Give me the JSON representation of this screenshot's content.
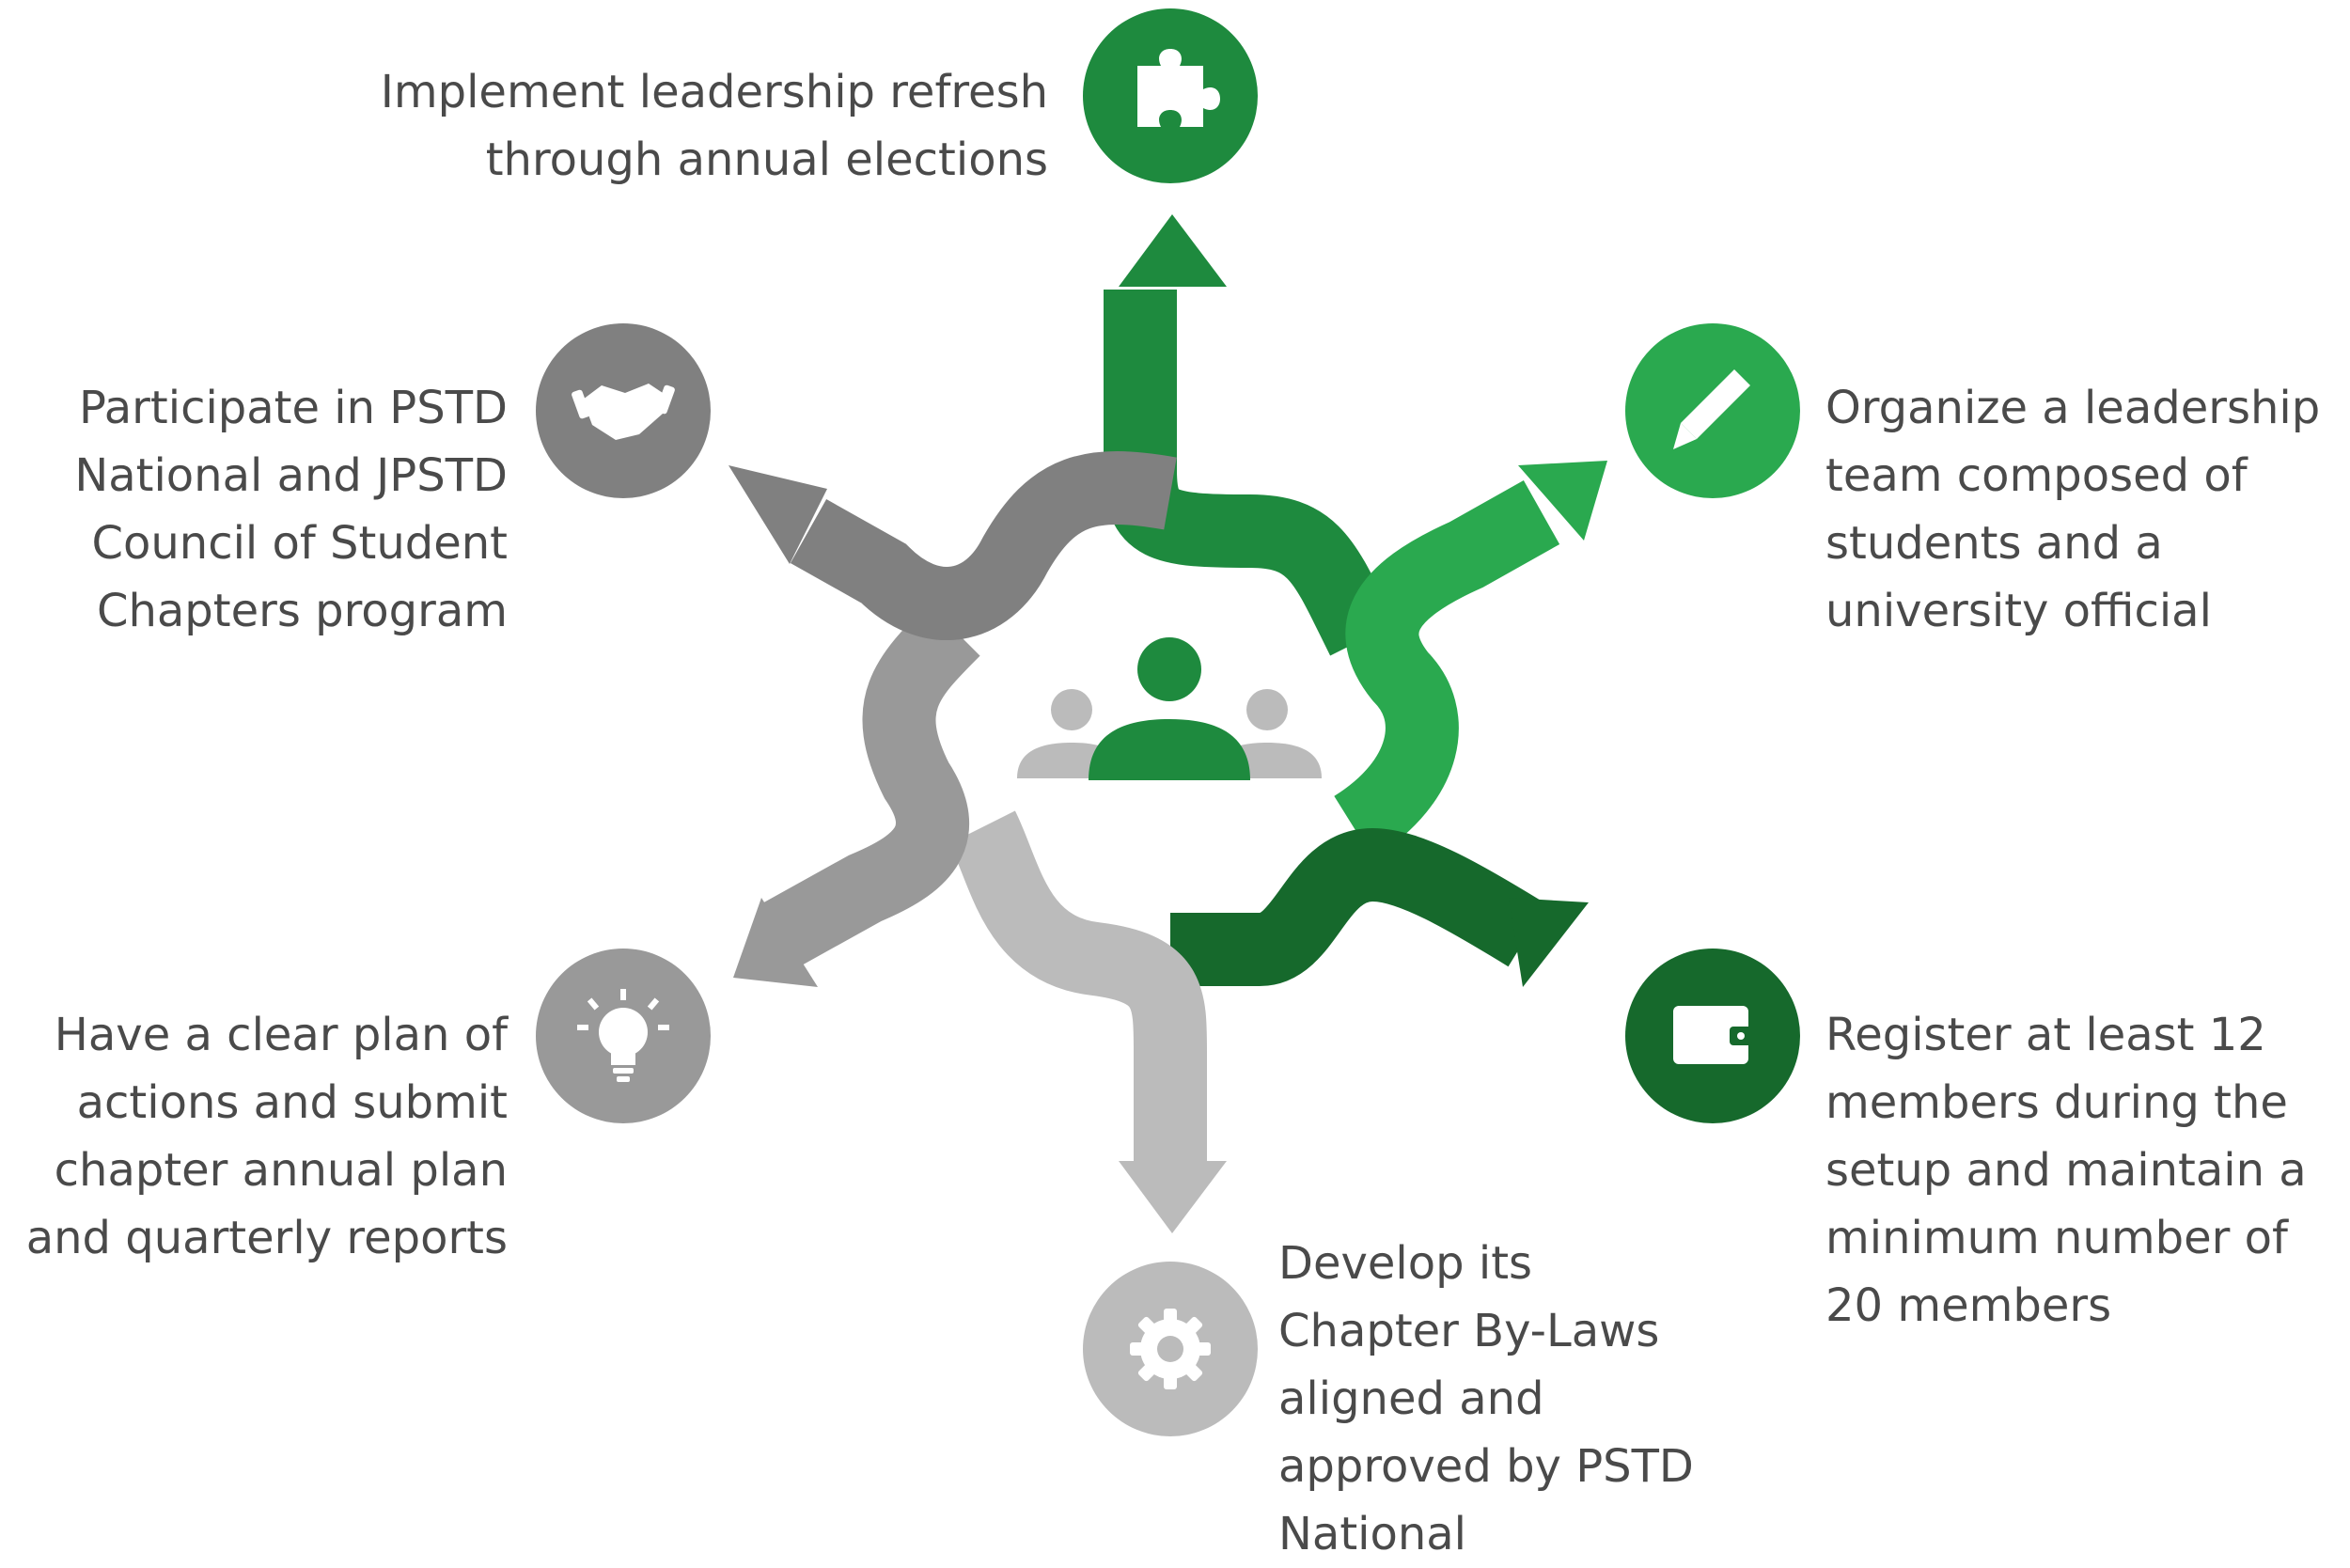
{
  "colors": {
    "green_top": "#1e8a3e",
    "green_light": "#2aa94f",
    "green_dark": "#16692c",
    "gray_dark": "#808080",
    "gray_mid": "#999999",
    "gray_light": "#bbbbbb",
    "icon_white": "#ffffff"
  },
  "center": {
    "icon": "team-people-icon"
  },
  "steps": [
    {
      "id": "top",
      "icon": "puzzle-icon",
      "color": "green_top",
      "text": "Implement leadership refresh\nthrough annual elections"
    },
    {
      "id": "upper-right",
      "icon": "pencil-icon",
      "color": "green_light",
      "text": "Organize a leadership\nteam composed of\nstudents and a\nuniversity official"
    },
    {
      "id": "lower-right",
      "icon": "wallet-icon",
      "color": "green_dark",
      "text": "Register at least 12\nmembers during the\nsetup and maintain a\nminimum number of\n20 members"
    },
    {
      "id": "bottom",
      "icon": "gear-icon",
      "color": "gray_light",
      "text": "Develop its\nChapter By-Laws\naligned and\napproved by PSTD\nNational"
    },
    {
      "id": "lower-left",
      "icon": "lightbulb-icon",
      "color": "gray_mid",
      "text": "Have a clear plan of\nactions and submit\nchapter annual plan\nand quarterly reports"
    },
    {
      "id": "upper-left",
      "icon": "handshake-icon",
      "color": "gray_dark",
      "text": "Participate in PSTD\nNational and JPSTD\nCouncil of Student\nChapters program"
    }
  ]
}
